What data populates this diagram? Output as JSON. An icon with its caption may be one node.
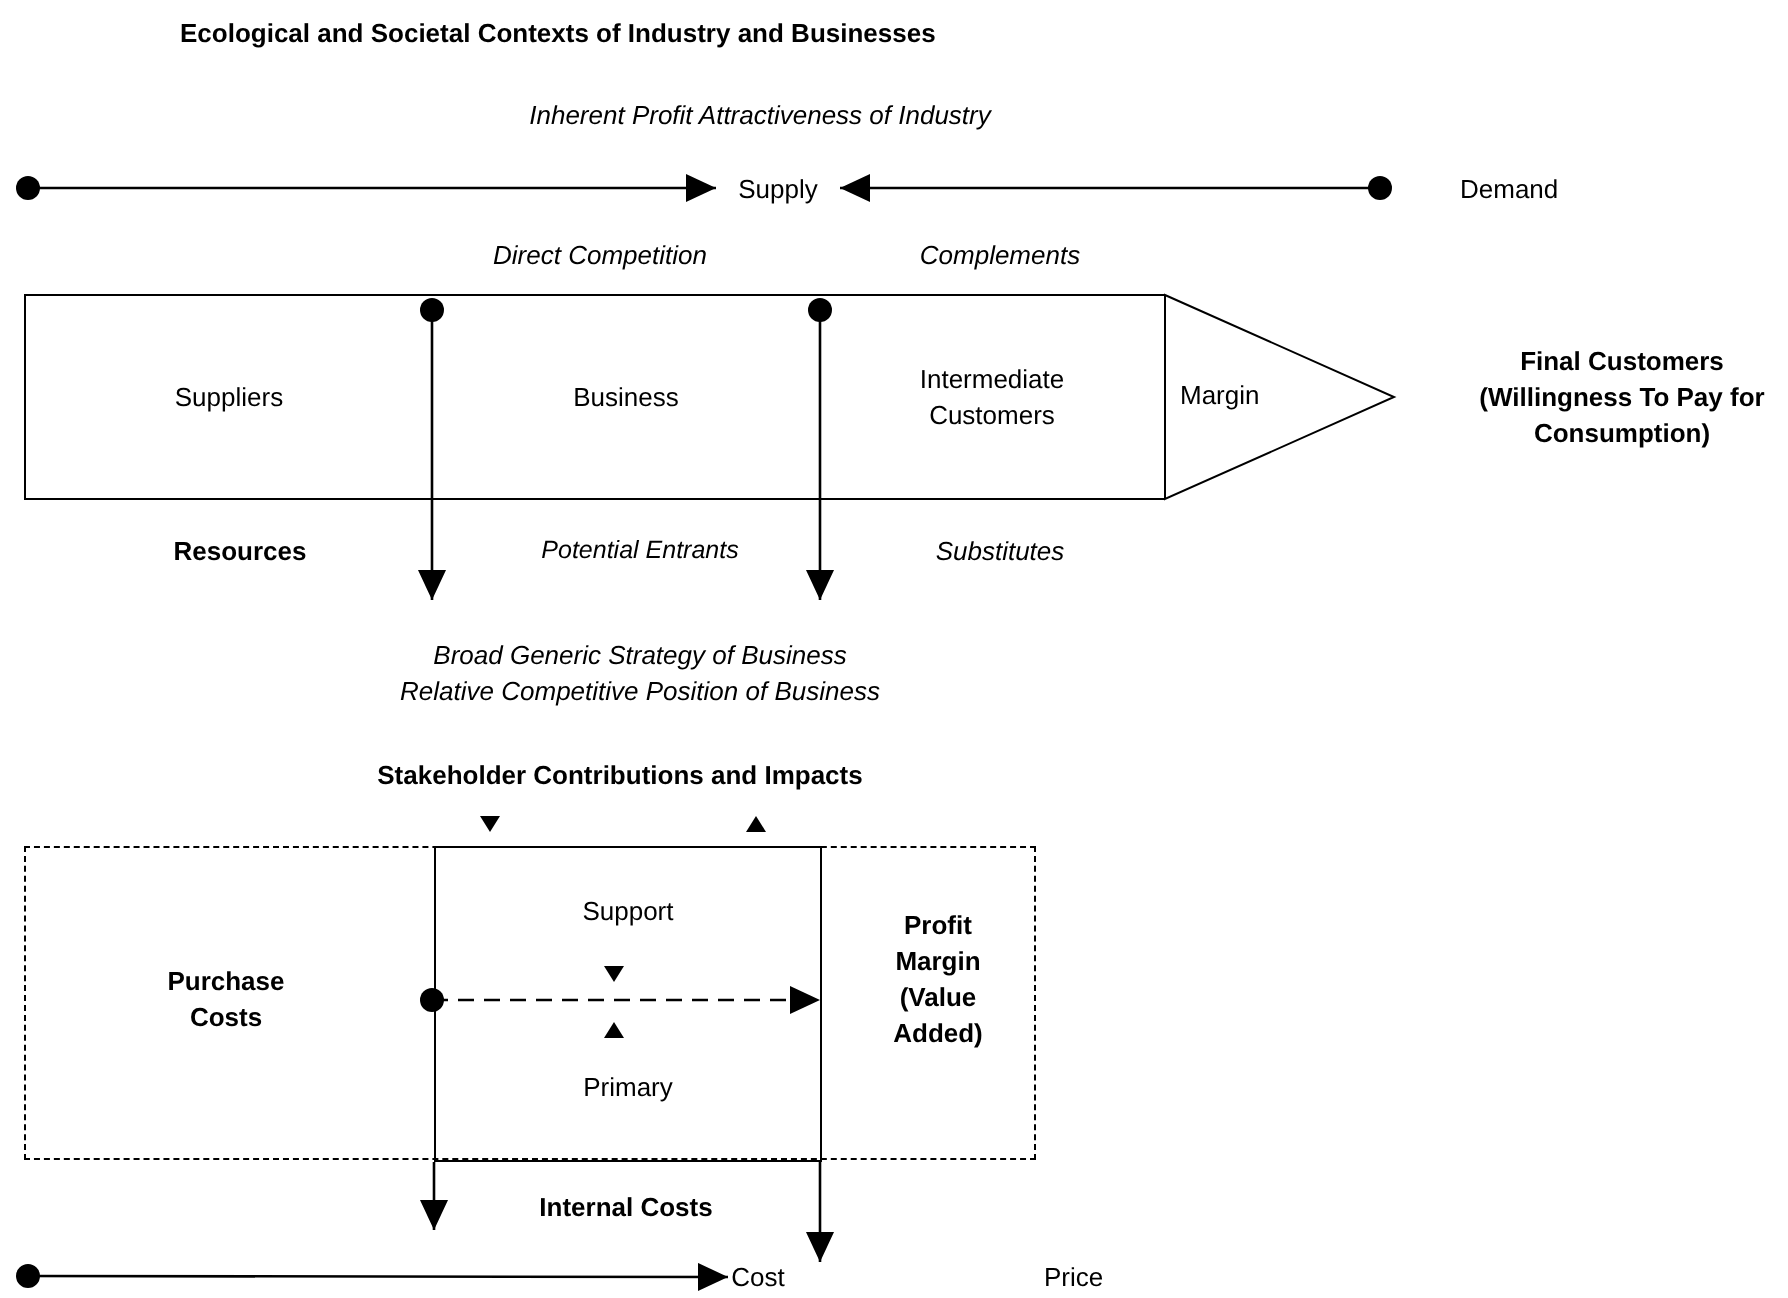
{
  "diagram": {
    "title": "Ecological and Societal Contexts of Industry and Businesses",
    "nodes": [
      {
        "text": [
          "Supply"
        ]
      },
      {
        "text": [
          "Suppliers"
        ]
      },
      {
        "text": [
          "Business"
        ]
      },
      {
        "text": [
          "Intermediate Customers"
        ]
      },
      {
        "text": [
          "Margin"
        ]
      },
      {
        "text": [
          "Cost"
        ]
      },
      {
        "text": [
          "Purchase Costs",
          "Profit Margin (Value Added)"
        ]
      },
      {
        "text": [
          "Support",
          "Primary"
        ],
        "in": 6
      }
    ],
    "edges": [
      {
        "from": null,
        "to": 0,
        "arrow": "to"
      },
      {
        "from": null,
        "to": 0,
        "arrow": "to"
      },
      {
        "from": null,
        "to": 5,
        "arrow": "to"
      },
      {
        "from": 7,
        "to": null,
        "arrow": "to"
      },
      {
        "from": 7,
        "to": 5,
        "arrow": "to"
      }
    ],
    "labels": [
      "Inherent Profit Attractiveness of Industry",
      "Demand",
      "Direct Competition",
      "Complements",
      "Final Customers (Willingness To Pay for Consumption)",
      "Resources",
      "Potential Entrants",
      "Substitutes",
      "Broad Generic Strategy of Business",
      "Relative Competitive Position of Business",
      "Stakeholder Contributions and Impacts",
      "Internal Costs",
      "Price"
    ]
  }
}
